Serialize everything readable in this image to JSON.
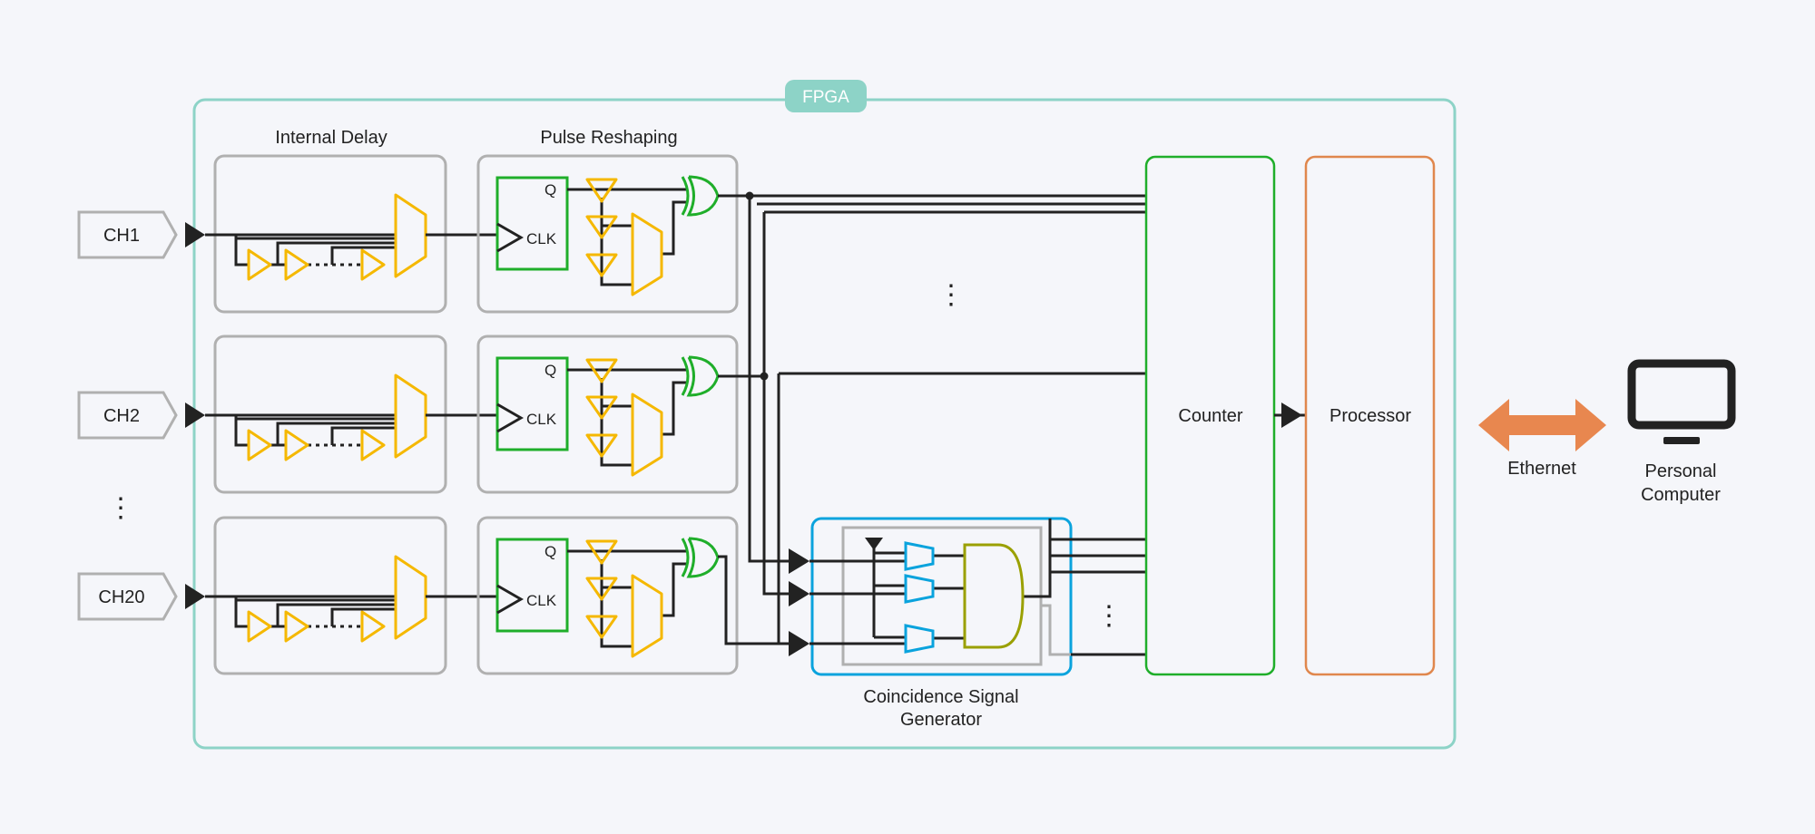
{
  "fpga": {
    "label": "FPGA",
    "color": "#8dd3c7"
  },
  "sections": {
    "internal_delay": "Internal Delay",
    "pulse_reshaping": "Pulse Reshaping",
    "coincidence_line1": "Coincidence Signal",
    "coincidence_line2": "Generator",
    "counter": "Counter",
    "processor": "Processor"
  },
  "channels": [
    {
      "label": "CH1"
    },
    {
      "label": "CH2"
    },
    {
      "label": "CH20"
    }
  ],
  "flipflop": {
    "q": "Q",
    "clk": "CLK"
  },
  "ellipsis": "⋮",
  "ethernet": {
    "label": "Ethernet",
    "color": "#e8874f"
  },
  "computer": {
    "line1": "Personal",
    "line2": "Computer",
    "icon": "monitor-icon"
  },
  "colors": {
    "delay_elements": "#f5b800",
    "logic_green": "#1fae2a",
    "comparator_blue": "#0aa3dd",
    "and_gate": "#9aa000",
    "processor_border": "#e0874d"
  }
}
